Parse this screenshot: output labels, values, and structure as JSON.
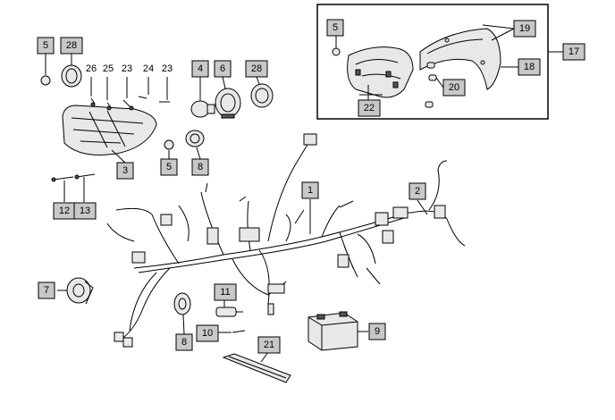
{
  "diagram": {
    "labels": {
      "p1": "1",
      "p2": "2",
      "p3": "3",
      "p4": "4",
      "p5a": "5",
      "p5b": "5",
      "p5c": "5",
      "p6": "6",
      "p7": "7",
      "p8a": "8",
      "p8b": "8",
      "p9": "9",
      "p10": "10",
      "p11": "11",
      "p12": "12",
      "p13": "13",
      "p17": "17",
      "p18": "18",
      "p19": "19",
      "p20": "20",
      "p21": "21",
      "p22": "22",
      "p23a": "23",
      "p23b": "23",
      "p24": "24",
      "p25": "25",
      "p26": "26",
      "p28a": "28",
      "p28b": "28"
    }
  }
}
